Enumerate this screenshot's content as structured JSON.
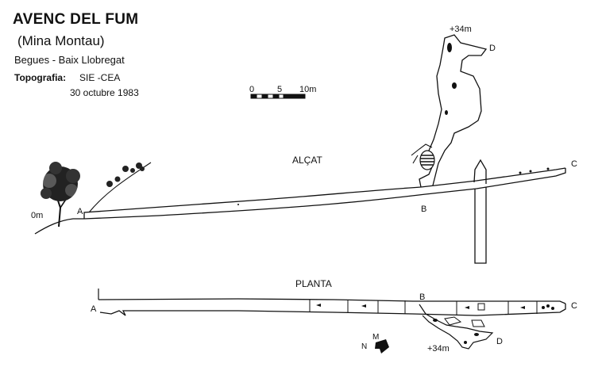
{
  "header": {
    "title": "AVENC DEL FUM",
    "subtitle": "(Mina Montau)",
    "location": "Begues - Baix Llobregat",
    "topography_label": "Topografia:",
    "topography_value": "SIE -CEA",
    "date": "30 octubre 1983"
  },
  "scale": {
    "labels": [
      "0",
      "5",
      "10m"
    ]
  },
  "elevation": {
    "title": "ALÇAT",
    "point_labels": {
      "zero": "0m",
      "a": "A",
      "b": "B",
      "c": "C",
      "d": "D",
      "plus34": "+34m"
    }
  },
  "plan": {
    "title": "PLANTA",
    "point_labels": {
      "a": "A",
      "b": "B",
      "c": "C",
      "d": "D",
      "plus34": "+34m"
    },
    "north_arrow": {
      "n_label": "N",
      "m_label": "M"
    }
  },
  "colors": {
    "ink": "#111111",
    "background": "#ffffff"
  }
}
